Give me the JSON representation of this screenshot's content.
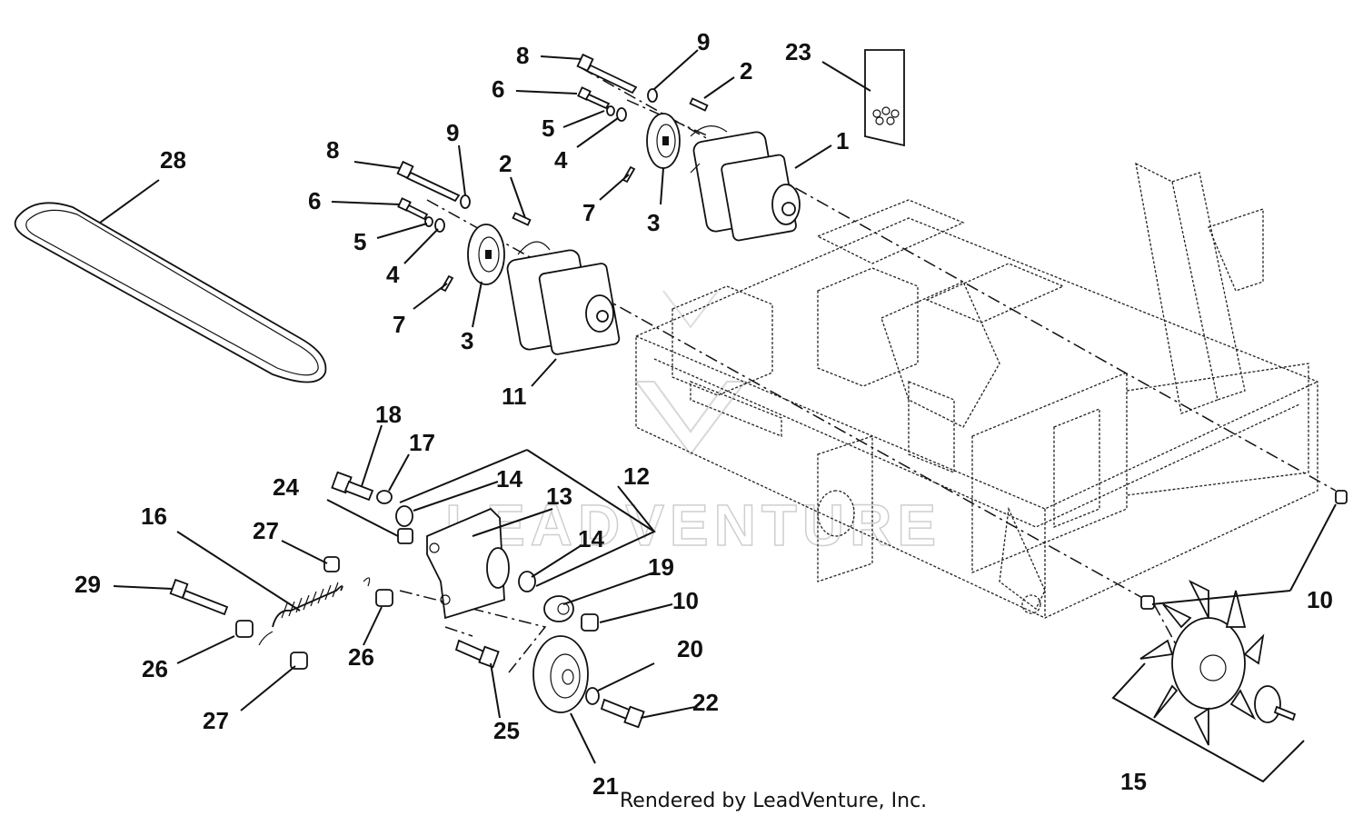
{
  "credit": "Rendered by LeadVenture, Inc.",
  "watermark": "LEADVENTURE",
  "callouts": {
    "c1": "1",
    "c2a": "2",
    "c2b": "2",
    "c3a": "3",
    "c3b": "3",
    "c4a": "4",
    "c4b": "4",
    "c5a": "5",
    "c5b": "5",
    "c6a": "6",
    "c6b": "6",
    "c7a": "7",
    "c7b": "7",
    "c8a": "8",
    "c8b": "8",
    "c9a": "9",
    "c9b": "9",
    "c10a": "10",
    "c10b": "10",
    "c11": "11",
    "c12": "12",
    "c13": "13",
    "c14a": "14",
    "c14b": "14",
    "c15": "15",
    "c16": "16",
    "c17": "17",
    "c18": "18",
    "c19": "19",
    "c20": "20",
    "c21": "21",
    "c22": "22",
    "c23": "23",
    "c24": "24",
    "c25": "25",
    "c26a": "26",
    "c26b": "26",
    "c27a": "27",
    "c27b": "27",
    "c28": "28",
    "c29": "29"
  }
}
